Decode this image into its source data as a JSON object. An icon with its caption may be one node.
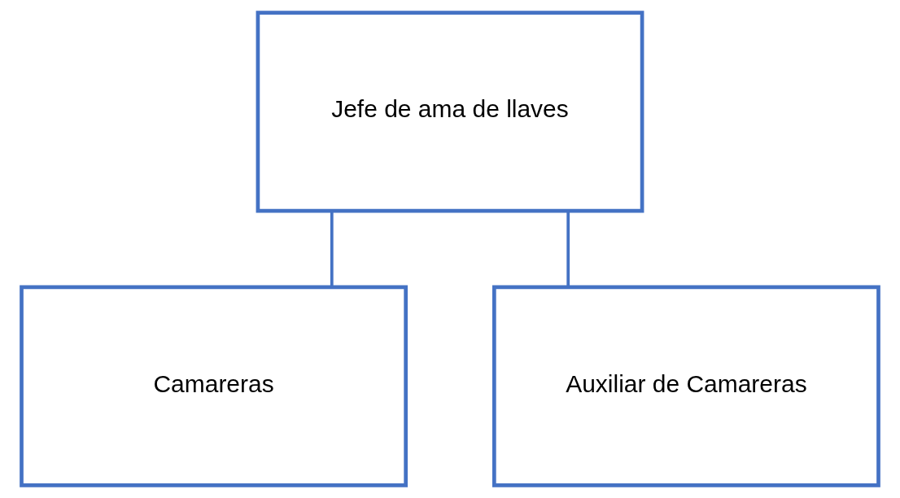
{
  "diagram": {
    "nodes": [
      {
        "text": [
          "Jefe de ama de llaves"
        ]
      },
      {
        "text": [
          "Camareras"
        ]
      },
      {
        "text": [
          "Auxiliar de Camareras"
        ]
      }
    ],
    "edges": [
      {
        "from": 0,
        "to": 1,
        "arrow": "none"
      },
      {
        "from": 0,
        "to": 2,
        "arrow": "none"
      }
    ]
  }
}
